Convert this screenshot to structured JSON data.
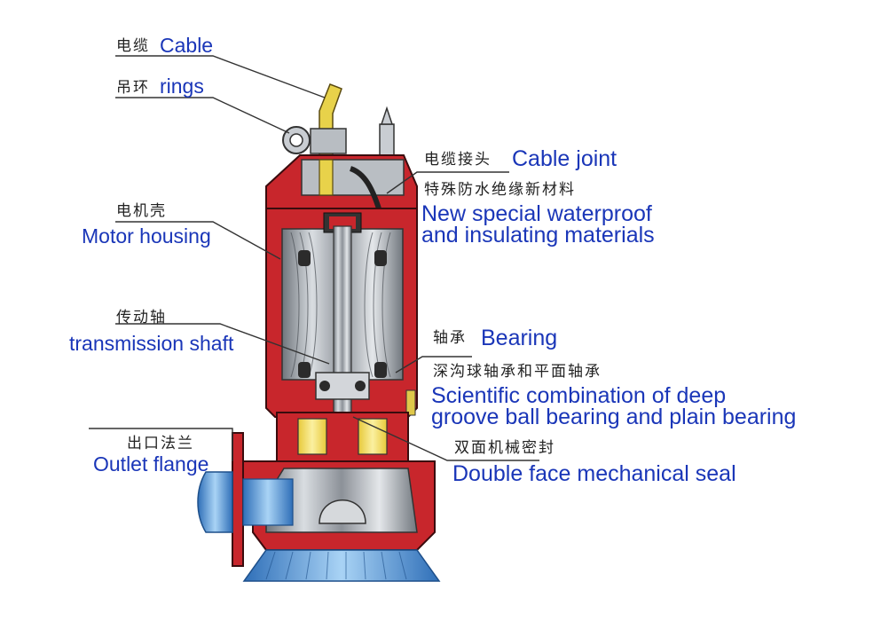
{
  "colors": {
    "housing_red": "#c8262c",
    "steel_gray": "#8f959c",
    "bearing_yellow": "#f3df64",
    "water_blue": "#4f9ad8",
    "label_blue": "#1a36b8",
    "leader_line": "#333333"
  },
  "labels": {
    "cable": {
      "zh": "电缆",
      "en": "Cable"
    },
    "rings": {
      "zh": "吊环",
      "en": "rings"
    },
    "motor_housing": {
      "zh": "电机壳",
      "en": "Motor housing"
    },
    "transmission_shaft": {
      "zh": "传动轴",
      "en": "transmission shaft"
    },
    "outlet_flange": {
      "zh": "出口法兰",
      "en": "Outlet flange"
    },
    "cable_joint": {
      "zh": "电缆接头",
      "en": "Cable joint"
    },
    "waterproof": {
      "zh": "特殊防水绝缘新材料",
      "en_line1": "New special waterproof",
      "en_line2": "and insulating materials"
    },
    "bearing": {
      "zh": "轴承",
      "en": "Bearing"
    },
    "bearing_combo": {
      "zh": "深沟球轴承和平面轴承",
      "en_line1": "Scientific combination of deep",
      "en_line2": "groove ball bearing and plain bearing"
    },
    "mechanical_seal": {
      "zh": "双面机械密封",
      "en": "Double face mechanical seal"
    }
  }
}
